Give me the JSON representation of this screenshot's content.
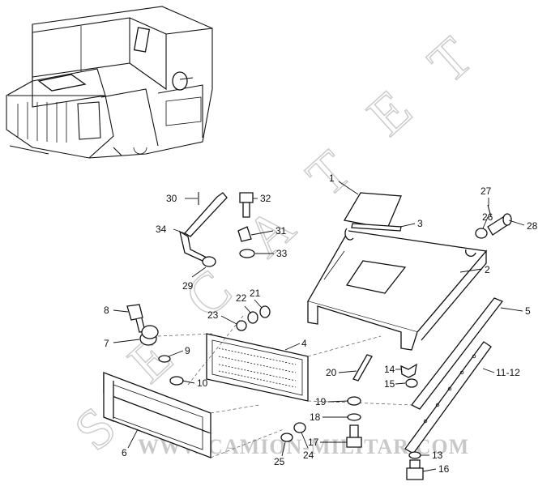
{
  "watermark": {
    "letters": [
      "S",
      "E",
      "C",
      "A",
      "T",
      "E",
      "T"
    ],
    "url": "WWW.CAMION-MILITAR.COM"
  },
  "callouts": [
    {
      "id": "1",
      "label": "1"
    },
    {
      "id": "2",
      "label": "2"
    },
    {
      "id": "3",
      "label": "3"
    },
    {
      "id": "4",
      "label": "4"
    },
    {
      "id": "5",
      "label": "5"
    },
    {
      "id": "6",
      "label": "6"
    },
    {
      "id": "7",
      "label": "7"
    },
    {
      "id": "8",
      "label": "8"
    },
    {
      "id": "9",
      "label": "9"
    },
    {
      "id": "10",
      "label": "10"
    },
    {
      "id": "11-12",
      "label": "11-12"
    },
    {
      "id": "13",
      "label": "13"
    },
    {
      "id": "14",
      "label": "14"
    },
    {
      "id": "15",
      "label": "15"
    },
    {
      "id": "16",
      "label": "16"
    },
    {
      "id": "17",
      "label": "17"
    },
    {
      "id": "18",
      "label": "18"
    },
    {
      "id": "19",
      "label": "19"
    },
    {
      "id": "20",
      "label": "20"
    },
    {
      "id": "21",
      "label": "21"
    },
    {
      "id": "22",
      "label": "22"
    },
    {
      "id": "23",
      "label": "23"
    },
    {
      "id": "24",
      "label": "24"
    },
    {
      "id": "25",
      "label": "25"
    },
    {
      "id": "26",
      "label": "26"
    },
    {
      "id": "27",
      "label": "27"
    },
    {
      "id": "28",
      "label": "28"
    },
    {
      "id": "29",
      "label": "29"
    },
    {
      "id": "30",
      "label": "30"
    },
    {
      "id": "31",
      "label": "31"
    },
    {
      "id": "32",
      "label": "32"
    },
    {
      "id": "33",
      "label": "33"
    },
    {
      "id": "34",
      "label": "34"
    }
  ]
}
